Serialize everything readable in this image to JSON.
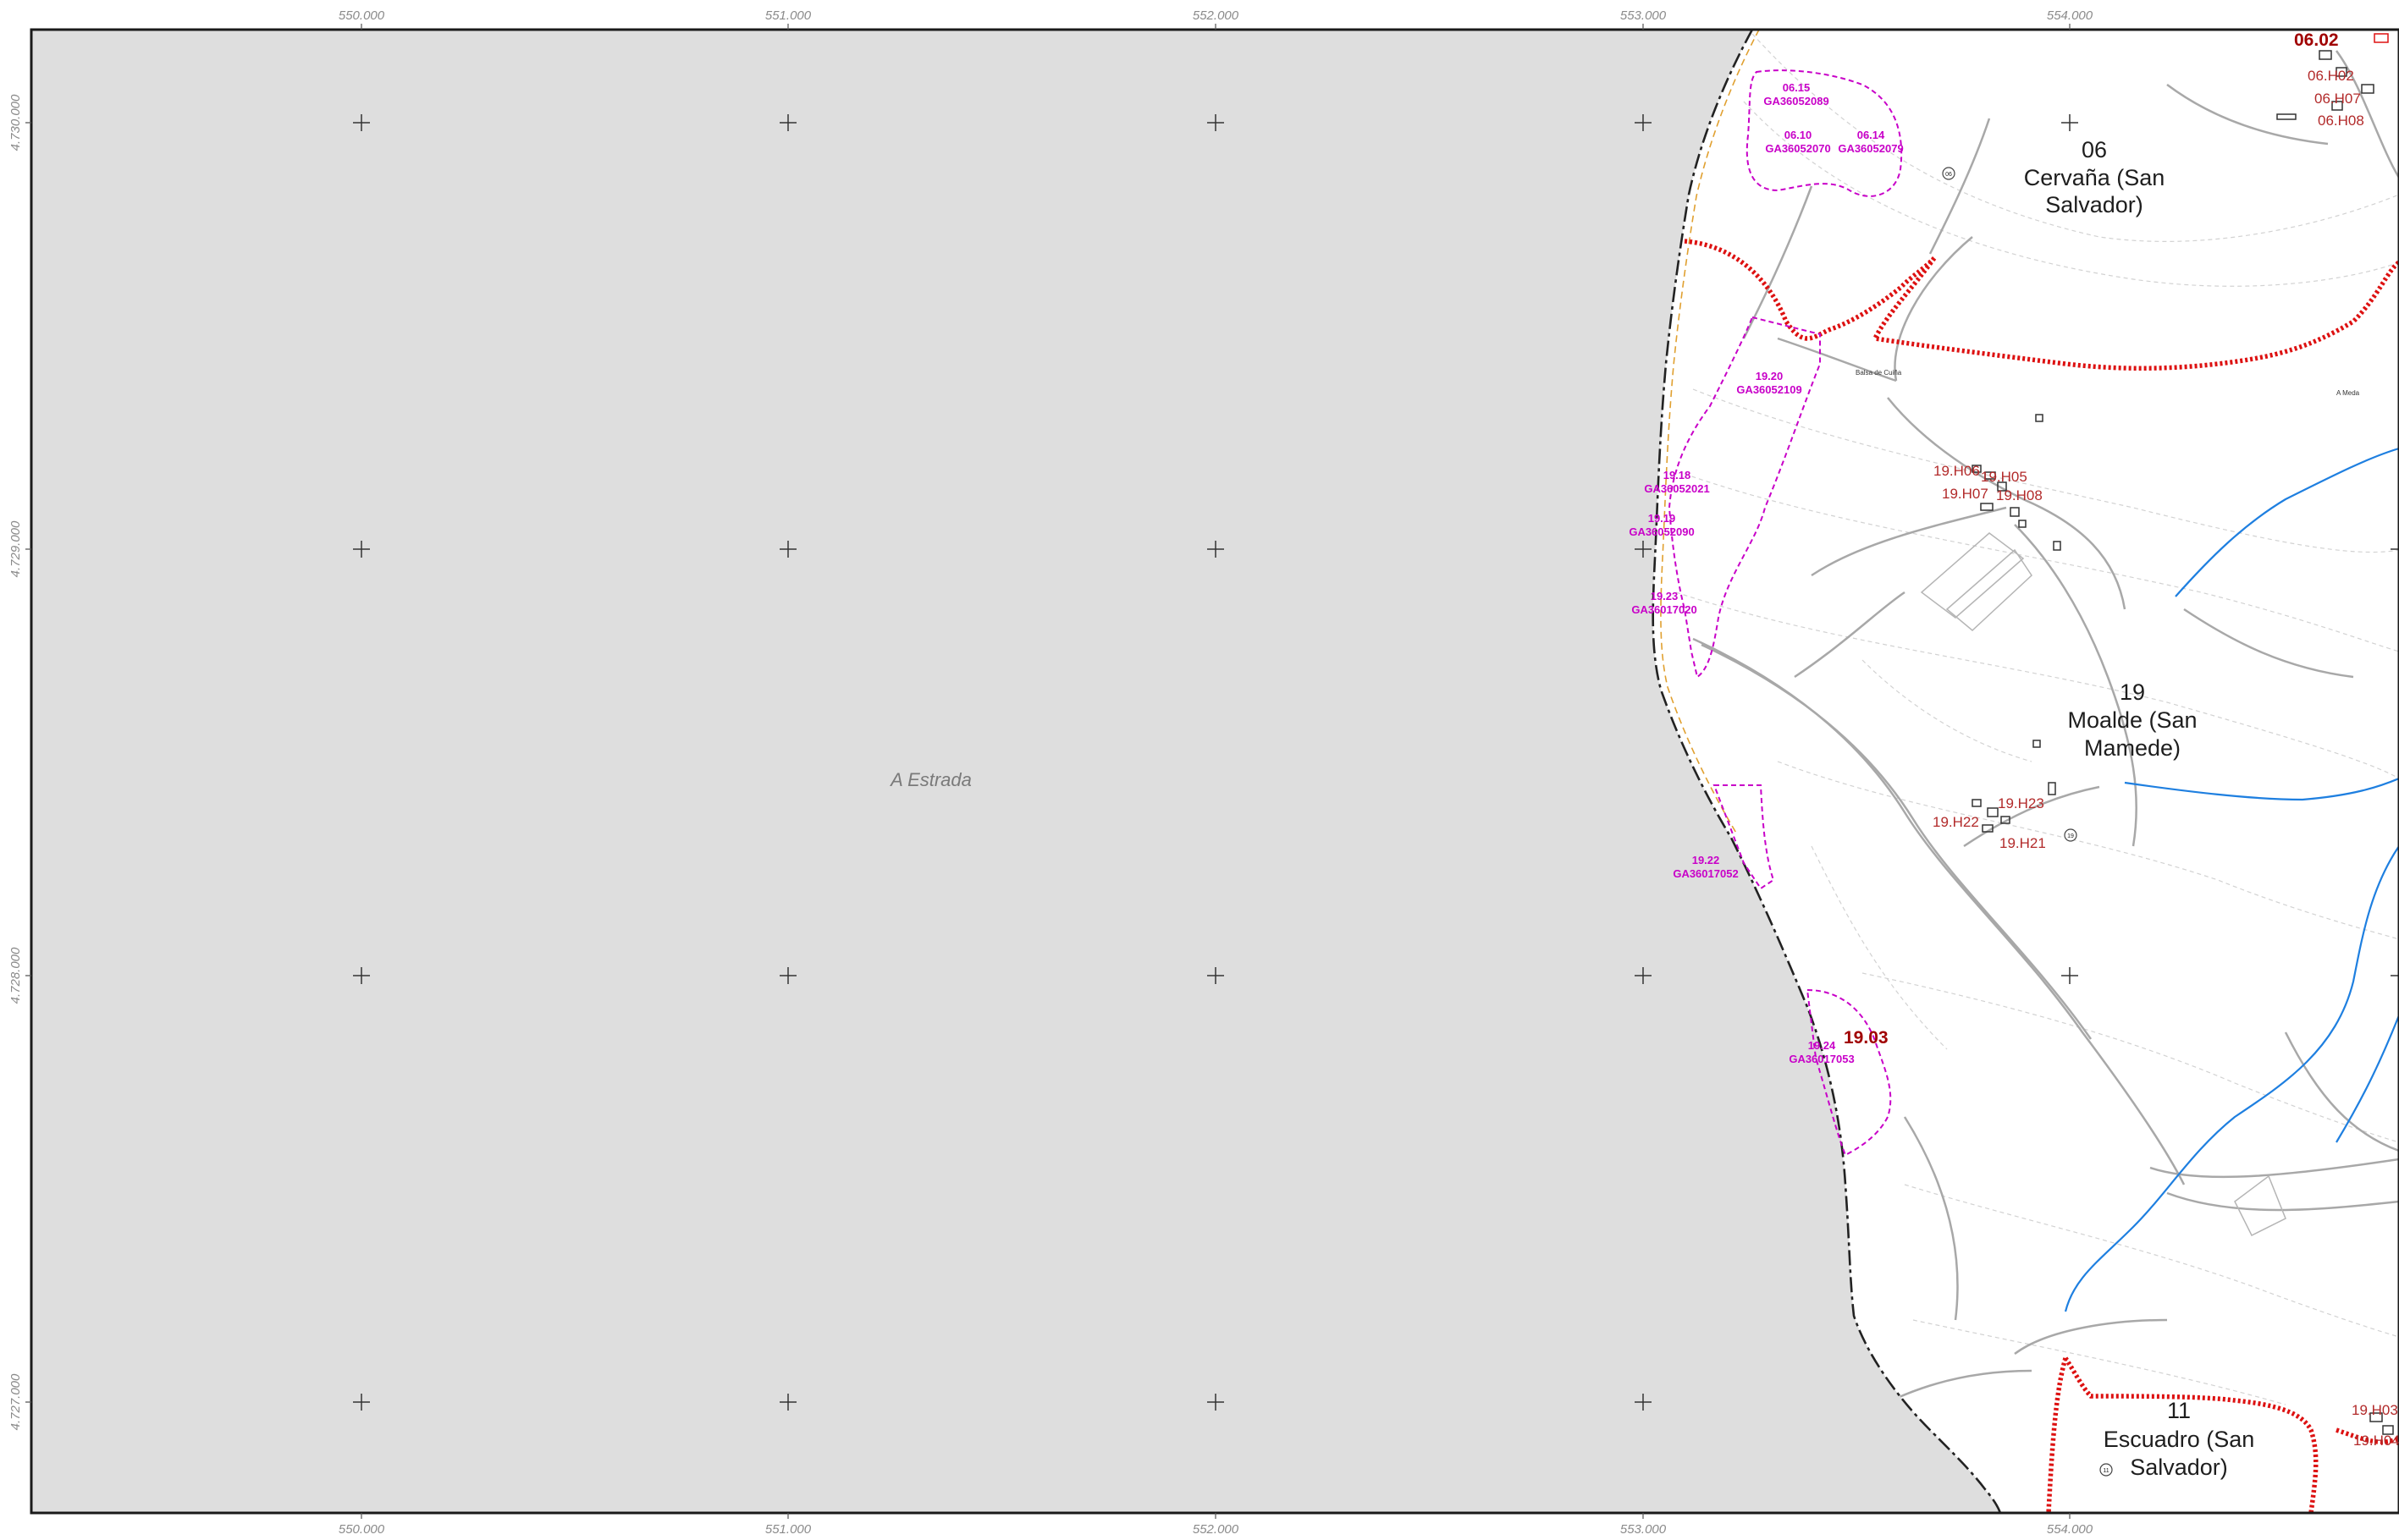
{
  "map": {
    "municipality_label": "A Estrada",
    "easting_labels": [
      "550.000",
      "551.000",
      "552.000",
      "553.000",
      "554.000"
    ],
    "northing_labels": [
      "4.730.000",
      "4.729.000",
      "4.728.000",
      "4.727.000"
    ],
    "parishes": [
      {
        "id": "parish-06",
        "number": "06",
        "line1": "Cervaña (San",
        "line2": "Salvador)"
      },
      {
        "id": "parish-19",
        "number": "19",
        "line1": "Moalde (San",
        "line2": "Mamede)"
      },
      {
        "id": "parish-11",
        "number": "11",
        "line1": "Escuadro (San",
        "line2": "Salvador)"
      }
    ],
    "heritage_sites": [
      {
        "code": "06.15",
        "catalog": "GA36052089"
      },
      {
        "code": "06.10",
        "catalog": "GA36052070"
      },
      {
        "code": "06.14",
        "catalog": "GA36052079"
      },
      {
        "code": "19.20",
        "catalog": "GA36052109"
      },
      {
        "code": "19.18",
        "catalog": "GA36052021"
      },
      {
        "code": "19.19",
        "catalog": "GA36052090"
      },
      {
        "code": "19.23",
        "catalog": "GA36017020"
      },
      {
        "code": "19.22",
        "catalog": "GA36017052"
      },
      {
        "code": "19.24",
        "catalog": "GA36017053"
      }
    ],
    "houses": [
      "19.H06",
      "19.H05",
      "19.H07",
      "19.H08",
      "19.H23",
      "19.H22",
      "19.H21",
      "06.H02",
      "06.H07",
      "06.H08",
      "19.H03",
      "19.H04"
    ],
    "area_codes": [
      "06.02",
      "19.03"
    ],
    "hamlets": [
      "Balsa de Cuiña",
      "A Meda"
    ],
    "road_markers": [
      "06",
      "19",
      "11"
    ],
    "colors": {
      "outside_area": "#dedede",
      "frame": "#1a1a1a",
      "boundary_red": "#dd1111",
      "heritage_magenta": "#c800c8",
      "house_red": "#b22a2a",
      "stream_blue": "#1e7fe0",
      "road_gray": "#a8a8a8",
      "contour_gray": "#cfcfcf",
      "municipal_orange": "#e0a030"
    }
  }
}
